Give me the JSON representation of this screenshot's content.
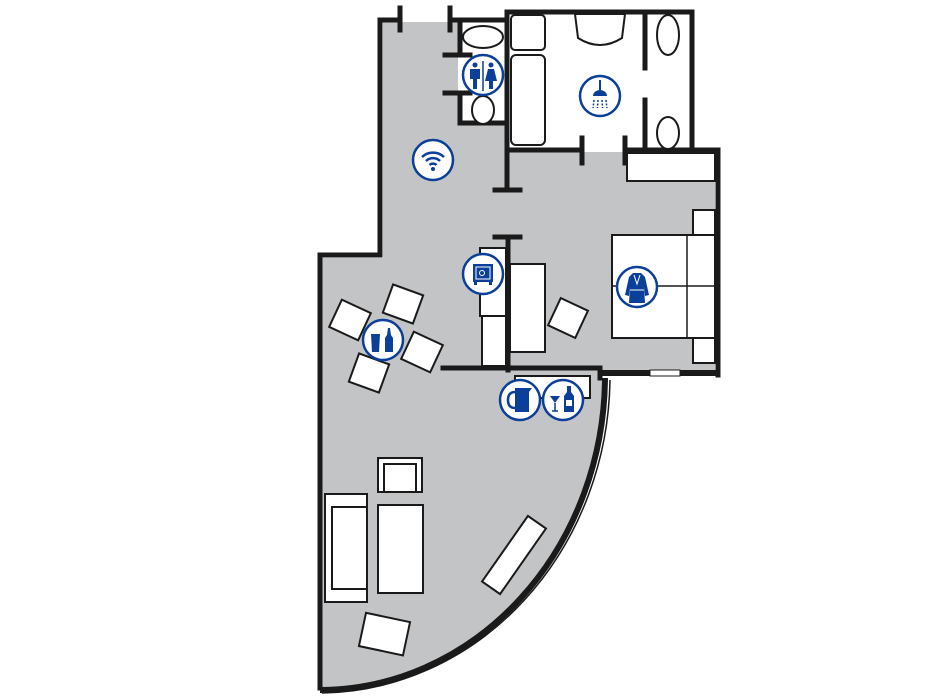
{
  "plan": {
    "colors": {
      "floor": "#c3c4c6",
      "wall": "#1a1a1a",
      "furniture": "#ffffff",
      "icon": "#0b3f99"
    },
    "icons": [
      {
        "name": "wifi-icon",
        "room": "corridor"
      },
      {
        "name": "wc-icon",
        "room": "toilet"
      },
      {
        "name": "shower-icon",
        "room": "bathroom"
      },
      {
        "name": "safe-icon",
        "room": "wardrobe"
      },
      {
        "name": "bathrobe-icon",
        "room": "bedroom"
      },
      {
        "name": "drinks-icon",
        "room": "dining"
      },
      {
        "name": "kettle-icon",
        "room": "living"
      },
      {
        "name": "minibar-icon",
        "room": "living"
      }
    ]
  }
}
